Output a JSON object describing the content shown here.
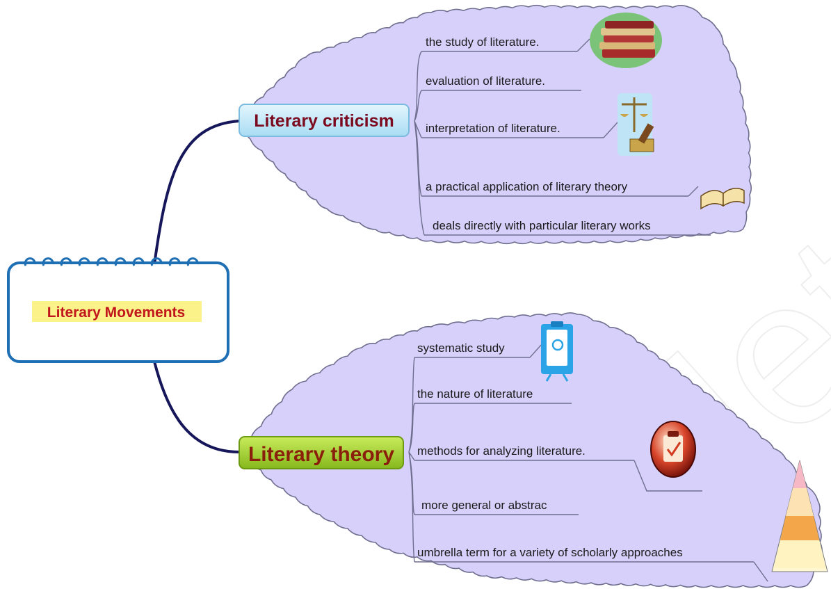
{
  "central": {
    "label": "Literary Movements"
  },
  "branches": [
    {
      "label": "Literary criticism",
      "items": [
        "the study of literature.",
        "evaluation of literature.",
        "interpretation of literature.",
        "a practical application of literary theory",
        "deals directly with particular literary works"
      ],
      "icons": [
        "books-icon",
        "scales-of-justice-icon",
        "open-book-icon"
      ]
    },
    {
      "label": "Literary theory",
      "items": [
        "systematic study",
        "the nature of literature",
        "methods for analyzing literature.",
        "more general or abstrac",
        "umbrella term for a variety of scholarly approaches"
      ],
      "icons": [
        "document-clip-icon",
        "clipboard-check-icon",
        "pyramid-icon"
      ]
    }
  ],
  "colors": {
    "cloud_fill": "#d6d0fb",
    "cloud_stroke": "#6f6e8e",
    "connector": "#16165a",
    "central_border": "#1f6fb5",
    "central_text": "#c0161c",
    "central_highlight": "#fbf38a",
    "criticism_text": "#7b0a1e",
    "criticism_bg": "#c6eaf8",
    "theory_text": "#8a1f0c",
    "theory_bg": "#a9d635"
  }
}
